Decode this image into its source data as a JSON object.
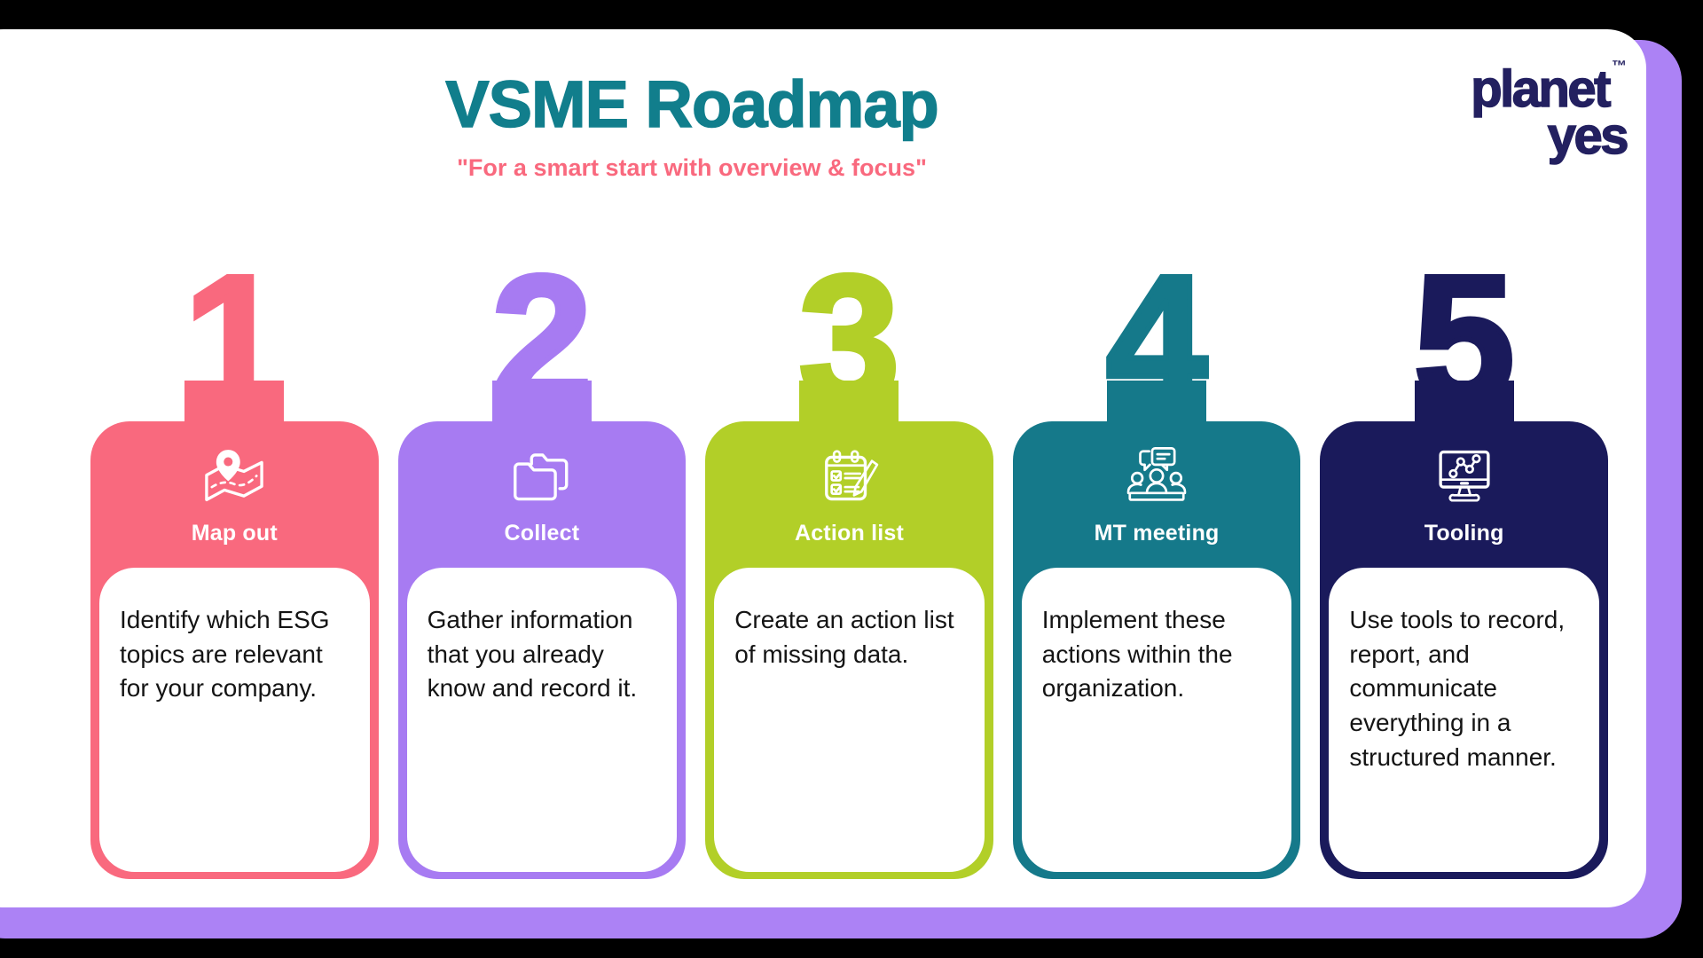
{
  "page": {
    "background_color": "#000000",
    "card_color": "#FFFFFF",
    "shadow_color": "#AC82F5"
  },
  "header": {
    "title": "VSME Roadmap",
    "title_color": "#117E8C",
    "subtitle": "\"For a smart start with overview & focus\"",
    "subtitle_color": "#F9697E",
    "logo": {
      "line1": "planet",
      "line2": "yes",
      "trademark": "™",
      "color": "#232060"
    }
  },
  "steps": [
    {
      "number": "1",
      "color": "#F9697E",
      "icon": "map-pin-icon",
      "label": "Map out",
      "description": "Identify which ESG topics are relevant for your company."
    },
    {
      "number": "2",
      "color": "#A77BF2",
      "icon": "folder-icon",
      "label": "Collect",
      "description": "Gather information that you already know and record it."
    },
    {
      "number": "3",
      "color": "#B2CF28",
      "icon": "checklist-pencil-icon",
      "label": "Action list",
      "description": "Create an action list of missing data."
    },
    {
      "number": "4",
      "color": "#15798A",
      "icon": "meeting-icon",
      "label": "MT meeting",
      "description": "Implement these actions within the organization."
    },
    {
      "number": "5",
      "color": "#1A1A5B",
      "icon": "monitor-chart-icon",
      "label": "Tooling",
      "description": "Use tools to record, report, and communicate everything in a structured manner."
    }
  ]
}
